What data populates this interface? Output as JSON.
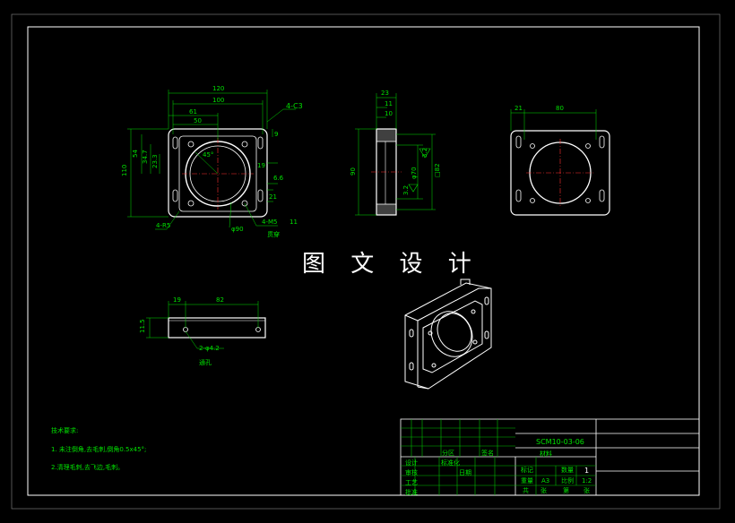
{
  "banner": {
    "text": "图 文 设 计"
  },
  "front_view": {
    "dims": {
      "w120": "120",
      "w100": "100",
      "w61": "61",
      "w50": "50",
      "chamfer": "4-C3",
      "h54": "54",
      "h110": "110",
      "h34_7": "34.7",
      "h23_3": "23.3",
      "d9": "9",
      "d19": "19",
      "d6_6": "6.6",
      "d21": "21",
      "r5": "4-R5",
      "phi90": "φ90",
      "tap": "4-M5",
      "tap_depth": "11",
      "tap_note": "贯穿",
      "angle": "45°"
    }
  },
  "side_view": {
    "dims": {
      "w23": "23",
      "w11": "11",
      "w10": "10",
      "h90": "90",
      "phi70": "φ70",
      "sq82": "□82",
      "rough1": "3.2",
      "rough2": "3.2"
    }
  },
  "rear_view": {
    "dims": {
      "w21": "21",
      "w80": "80"
    }
  },
  "bottom_view": {
    "dims": {
      "w19": "19",
      "w82": "82",
      "h11_5": "11.5",
      "holes": "2-φ4.2",
      "hole_note": "通孔"
    }
  },
  "tech_notes": {
    "title": "技术要求:",
    "line1": "1. 未注倒角,去毛刺,倒角0.5x45°;",
    "line2": "2.清理毛刺,去飞边,毛刺。"
  },
  "title_block": {
    "part_no": "SCM10-03-06",
    "material": "材料",
    "ratio_val": "1",
    "sheet_size": "A3",
    "scale_val": "1:2",
    "labels": {
      "design": "设计",
      "check": "审核",
      "standard": "标准化",
      "date": "日期",
      "mark": "标记",
      "count": "数量",
      "weight": "重量",
      "scale": "比例",
      "shared": "共",
      "sheet": "第",
      "page": "张",
      "proc": "工艺",
      "approve": "批准",
      "zone": "分区",
      "sign": "签名"
    }
  }
}
